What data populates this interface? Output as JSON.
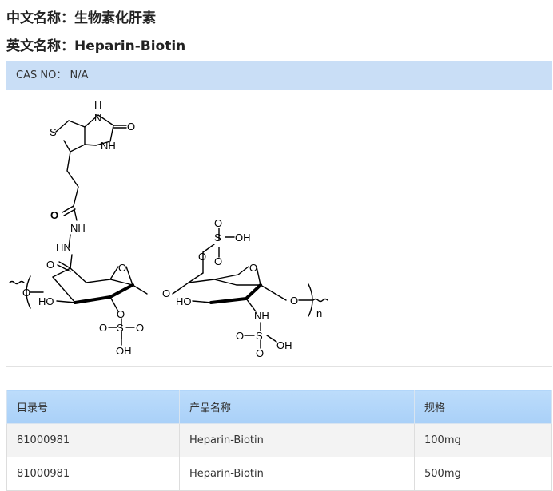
{
  "product": {
    "cn_name_label": "中文名称：",
    "cn_name": "生物素化肝素",
    "en_name_label": "英文名称：",
    "en_name": "Heparin-Biotin",
    "cas_label": "CAS NO：",
    "cas_value": "N/A"
  },
  "structure_labels": {
    "biotin_nh_top": "H",
    "biotin_n_top": "N",
    "biotin_carbonyl_o": "O",
    "biotin_s": "S",
    "biotin_nh_bottom": "NH",
    "hydrazide_o": "O",
    "hydrazide_nh": "NH",
    "hydrazide_hn": "HN",
    "uronic_carbonyl_o": "O",
    "ring1_o": "O",
    "ring1_ho": "HO",
    "glyco_o": "O",
    "ring1_sulfo_o_link": "O",
    "ring1_sulfo_s": "S",
    "ring1_sulfo_o_left": "O",
    "ring1_sulfo_o_right": "O",
    "ring1_sulfo_oh": "OH",
    "ring2_o": "O",
    "ring2_ho": "HO",
    "ring2_sulfo_o_link": "O",
    "ring2_sulfo_s": "S",
    "ring2_sulfo_o_top": "O",
    "ring2_sulfo_o_bottom": "O",
    "ring2_sulfo_oh": "OH",
    "ring2_nh": "NH",
    "ring2_ns_s": "S",
    "ring2_ns_o_left": "O",
    "ring2_ns_o_bottom": "O",
    "ring2_ns_oh": "OH",
    "left_o": "O",
    "right_o": "O",
    "repeat_n": "n"
  },
  "table": {
    "headers": [
      "目录号",
      "产品名称",
      "规格"
    ],
    "rows": [
      [
        "81000981",
        "Heparin-Biotin",
        "100mg"
      ],
      [
        "81000981",
        "Heparin-Biotin",
        "500mg"
      ]
    ]
  },
  "colors": {
    "cas_bar_bg": "#c9def6",
    "cas_bar_border": "#2f6bb0",
    "table_header_bg": "#a9d0f8",
    "row_alt_bg": "#f3f3f3"
  }
}
